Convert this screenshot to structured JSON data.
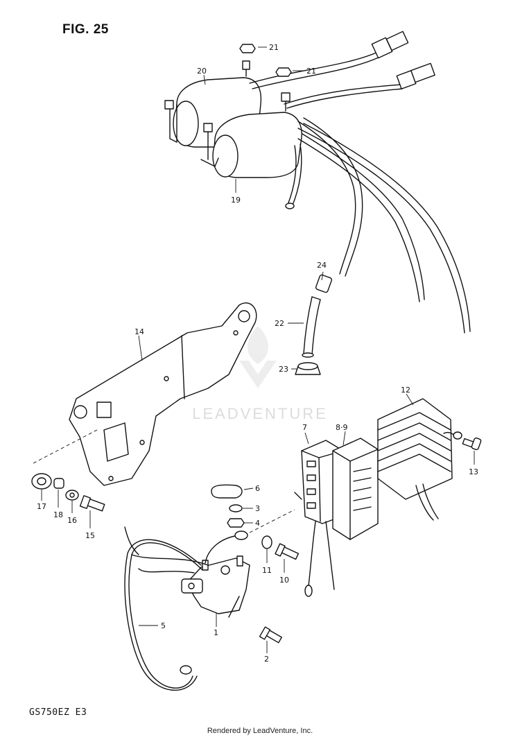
{
  "figure": {
    "title": "FIG. 25",
    "model_code": "GS750EZ  E3",
    "rendered_by": "Rendered by LeadVenture, Inc.",
    "watermark": "LEADVENTURE"
  },
  "callouts": [
    {
      "id": "21a",
      "label": "21"
    },
    {
      "id": "21b",
      "label": "21"
    },
    {
      "id": "20",
      "label": "20"
    },
    {
      "id": "19",
      "label": "19"
    },
    {
      "id": "24",
      "label": "24"
    },
    {
      "id": "22",
      "label": "22"
    },
    {
      "id": "23",
      "label": "23"
    },
    {
      "id": "14",
      "label": "14"
    },
    {
      "id": "12",
      "label": "12"
    },
    {
      "id": "7",
      "label": "7"
    },
    {
      "id": "89",
      "label": "8·9"
    },
    {
      "id": "13",
      "label": "13"
    },
    {
      "id": "6",
      "label": "6"
    },
    {
      "id": "3",
      "label": "3"
    },
    {
      "id": "4",
      "label": "4"
    },
    {
      "id": "17",
      "label": "17"
    },
    {
      "id": "18",
      "label": "18"
    },
    {
      "id": "16",
      "label": "16"
    },
    {
      "id": "15",
      "label": "15"
    },
    {
      "id": "11",
      "label": "11"
    },
    {
      "id": "10",
      "label": "10"
    },
    {
      "id": "5",
      "label": "5"
    },
    {
      "id": "1",
      "label": "1"
    },
    {
      "id": "2",
      "label": "2"
    }
  ]
}
